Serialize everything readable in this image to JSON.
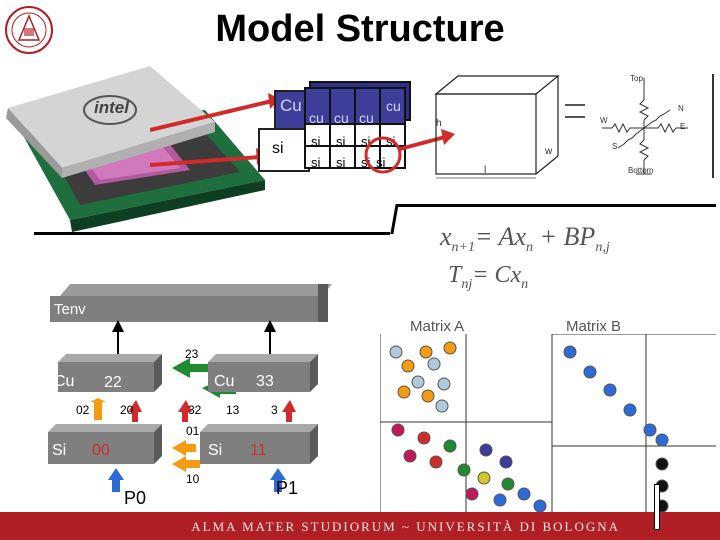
{
  "title": "Model Structure",
  "footer": "ALMA MATER STUDIORUM ~ UNIVERSITÀ DI BOLOGNA",
  "cube": {
    "cu_label": "Cu",
    "si_label": "si",
    "cell_top": [
      "cu",
      "cu",
      "cu",
      "cu"
    ],
    "cell_bottom": [
      "si",
      "si",
      "si",
      "si"
    ]
  },
  "thermal_cell": {
    "top": "Top",
    "bottom": "Bottom",
    "n": "N",
    "w": "W",
    "e": "E",
    "s": "S",
    "l": "l",
    "w_dim": "w",
    "h_dim": "h"
  },
  "equations": {
    "state": "x",
    "state_sub": "n+1",
    "state_rhs": "= Ax",
    "state_rhs_sub": "n",
    "state_tail": " + BP",
    "state_tail_sub": "n,j",
    "output": "T",
    "output_sub": "nj",
    "output_rhs": "= Cx",
    "output_rhs_sub": "n"
  },
  "network": {
    "tenv": "Tenv",
    "nodes": {
      "cu0": "Cu",
      "cu0_id": "22",
      "cu1": "Cu",
      "cu1_id": "33",
      "si0": "Si",
      "si0_id": "00",
      "si1": "Si",
      "si1_id": "11"
    },
    "links": [
      "23",
      "02",
      "20",
      "32",
      "13",
      "3",
      "01",
      "10"
    ],
    "procs": [
      "P0",
      "P1"
    ]
  },
  "matrices": {
    "a": "Matrix A",
    "b": "Matrix B"
  },
  "colors": {
    "footer": "#b01f24",
    "tenv": "#7f7f7f",
    "green": "#1f8a2f",
    "orange": "#f39c12",
    "red": "#d12a2a",
    "blue": "#2d6bd6",
    "cube": "#3d3d9a"
  }
}
